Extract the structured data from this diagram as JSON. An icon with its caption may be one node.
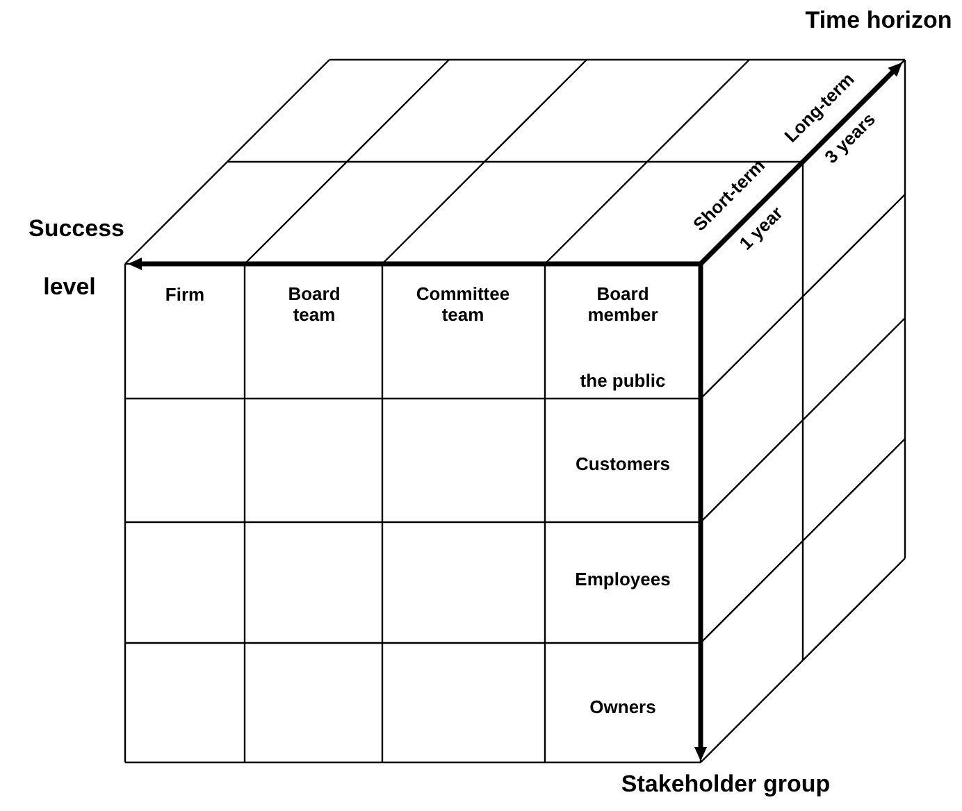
{
  "diagram": {
    "labels": [
      "Time horizon",
      "Success",
      "level",
      "Long-term",
      "3 years",
      "Short-term",
      "1 year",
      "Firm",
      "Board team",
      "Committee team",
      "Board member",
      "the public",
      "Customers",
      "Employees",
      "Owners",
      "Stakeholder group"
    ]
  }
}
